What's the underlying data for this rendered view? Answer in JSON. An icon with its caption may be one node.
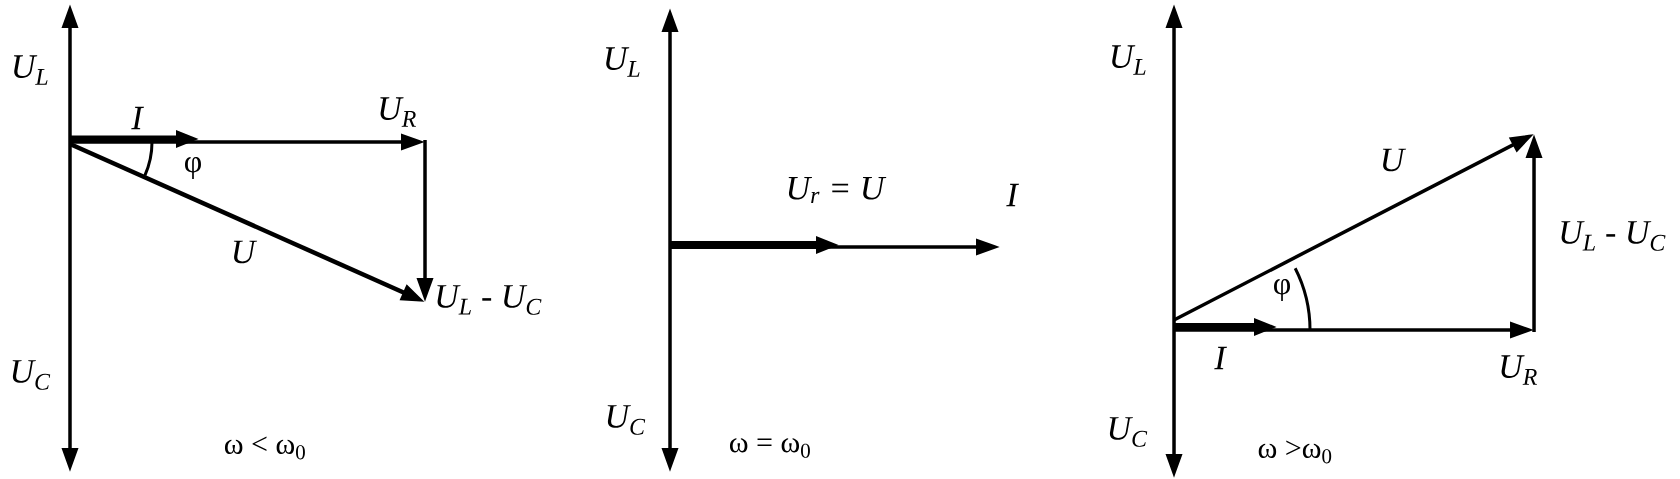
{
  "diagram": {
    "labels": [
      "U$_{L}$",
      "I",
      "U$_{R}$",
      "φ",
      "U",
      "U$_{L}$ - U$_{C}$",
      "U$_{C}$",
      "ω < ω$_{0}$",
      "U$_{L}$",
      "U$_{r}$ = U",
      "I",
      "U$_{C}$",
      "ω = ω$_{0}$",
      "U$_{L}$",
      "U",
      "U$_{L}$ - U$_{C}$",
      "φ",
      "I",
      "U$_{R}$",
      "U$_{C}$",
      "ω >ω$_{0}$"
    ]
  }
}
